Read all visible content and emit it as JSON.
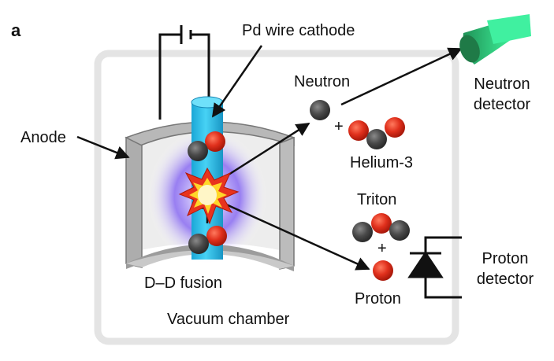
{
  "panel_label": "a",
  "labels": {
    "pd_wire_cathode": "Pd wire cathode",
    "anode": "Anode",
    "neutron": "Neutron",
    "neutron_detector_line1": "Neutron",
    "neutron_detector_line2": "detector",
    "helium3": "Helium-3",
    "triton": "Triton",
    "proton_detector_line1": "Proton",
    "proton_detector_line2": "detector",
    "proton": "Proton",
    "dd_fusion": "D–D fusion",
    "vacuum_chamber": "Vacuum chamber",
    "plus_top": "+",
    "plus_bottom": "+"
  },
  "colors": {
    "chamber_border": "#e4e4e4",
    "anode_gray": "#b4b4b4",
    "wire_cyan": "#1fb8e6",
    "glow_purple": "#7a5cf0",
    "neutron_gray": "#4a4a4a",
    "proton_red": "#e0301c",
    "detector_green": "#2fe08c"
  }
}
